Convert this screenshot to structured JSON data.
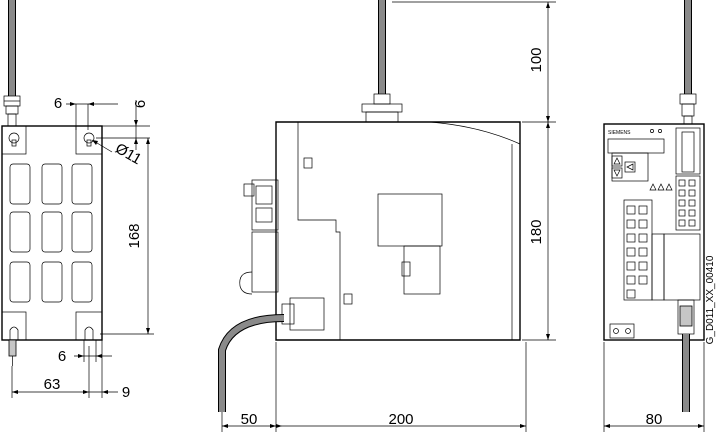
{
  "dimensions": {
    "mounting_hole_offset_top": "6",
    "mounting_hole_offset_right": "6",
    "hole_diameter": "Ø11",
    "hole_spacing_vertical": "168",
    "hole_offset_bottom": "6",
    "hole_spacing_horizontal": "63",
    "edge_offset": "9",
    "cable_clearance_top": "100",
    "height": "180",
    "cable_clearance_front": "50",
    "depth": "200",
    "width": "80"
  },
  "labels": {
    "brand": "SIEMENS",
    "drawing_ref": "G_D011_XX_00410"
  }
}
